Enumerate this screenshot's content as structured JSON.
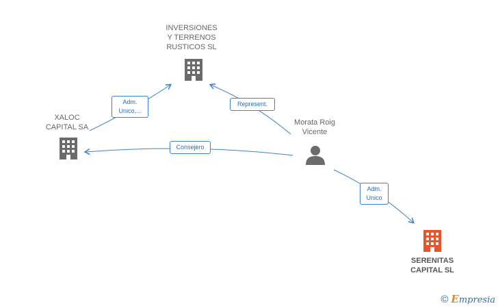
{
  "nodes": {
    "inversiones": {
      "lines": [
        "INVERSIONES",
        "Y TERRENOS",
        "RUSTICOS SL"
      ],
      "icon": "building-icon",
      "color": "#6b6b6b"
    },
    "xaloc": {
      "lines": [
        "XALOC",
        "CAPITAL SA"
      ],
      "icon": "building-icon",
      "color": "#6b6b6b"
    },
    "morata": {
      "lines": [
        "Morata Roig",
        "Vicente"
      ],
      "icon": "person-icon",
      "color": "#6b6b6b"
    },
    "serenitas": {
      "lines": [
        "SERENITAS",
        "CAPITAL  SL"
      ],
      "icon": "building-icon",
      "color": "#e8552b"
    }
  },
  "edges": {
    "xaloc_inversiones": {
      "lines": [
        "Adm.",
        "Unico,..."
      ]
    },
    "morata_inversiones": {
      "lines": [
        "Represent."
      ]
    },
    "morata_xaloc": {
      "lines": [
        "Consejero"
      ]
    },
    "morata_serenitas": {
      "lines": [
        "Adm.",
        "Unico"
      ]
    }
  },
  "colors": {
    "edge": "#3d7fd0",
    "accent": "#e8552b"
  },
  "footer": {
    "copyright": "©",
    "brand_initial": "E",
    "brand_rest": "mpresia"
  }
}
